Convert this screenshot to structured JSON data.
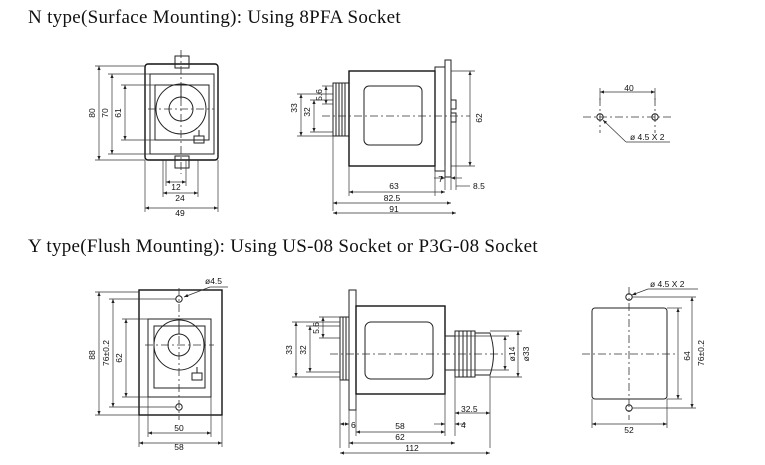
{
  "headings": {
    "n_type": "N type(Surface Mounting): Using 8PFA Socket",
    "y_type": "Y type(Flush Mounting): Using US-08 Socket or P3G-08 Socket"
  },
  "n_front": {
    "h80": "80",
    "h70": "70",
    "h61": "61",
    "w12": "12",
    "w24": "24",
    "w49": "49"
  },
  "n_side": {
    "h33": "33",
    "h32": "32",
    "h56": "5.6",
    "h62": "62",
    "w7": "7",
    "w85": "8.5",
    "w63": "63",
    "w825": "82.5",
    "w91": "91"
  },
  "n_hole": {
    "w40": "40",
    "hole": "ø 4.5 X 2"
  },
  "y_front": {
    "hole": "ø4.5",
    "h88": "88",
    "h76": "76±0.2",
    "h62": "62",
    "w50": "50",
    "w58": "58"
  },
  "y_side": {
    "h33": "33",
    "h32": "32",
    "h56": "5.6",
    "d14": "ø14",
    "d33": "ø33",
    "w325": "32.5",
    "w4": "4",
    "w6": "6",
    "w58": "58",
    "w62": "62",
    "w112": "112"
  },
  "y_cutout": {
    "hole": "ø 4.5 X 2",
    "h64": "64",
    "h76": "76±0.2",
    "w52": "52"
  }
}
